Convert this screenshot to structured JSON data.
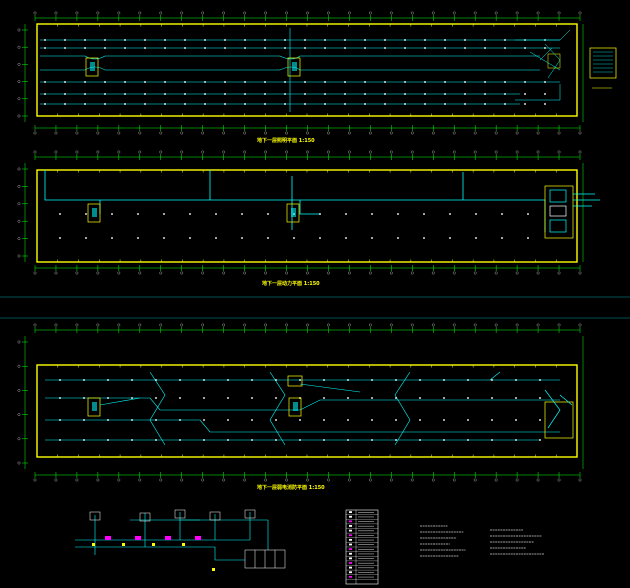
{
  "drawing": {
    "plans": [
      {
        "id": "plan-1",
        "caption": "地下一层照明平面 1:150"
      },
      {
        "id": "plan-2",
        "caption": "地下一层动力平面 1:150"
      },
      {
        "id": "plan-3",
        "caption": "地下一层弱电消防平面 1:150"
      }
    ],
    "colors": {
      "background": "#000000",
      "wall": "#ffff00",
      "wiring": "#00ffff",
      "grid": "#00ff00",
      "dim_text": "#ffffff",
      "equipment": "#ff00ff",
      "frame": "#00a0a0"
    }
  }
}
